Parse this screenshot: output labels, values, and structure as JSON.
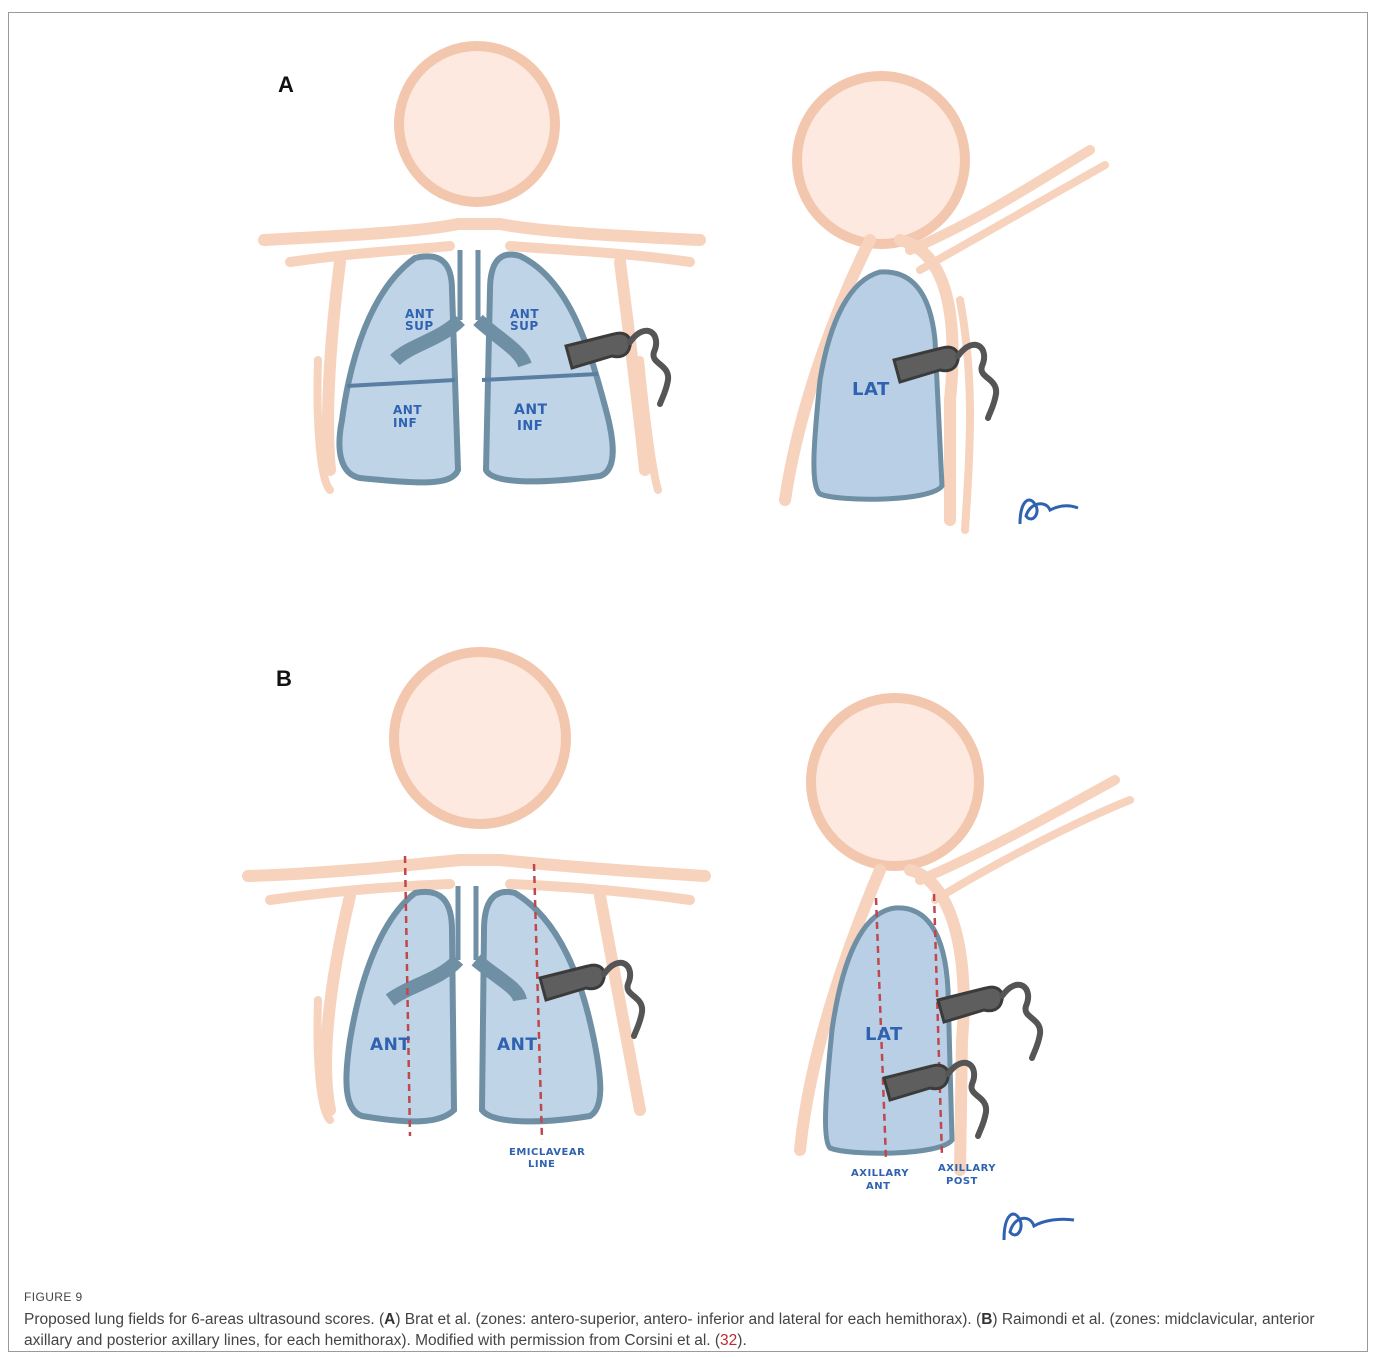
{
  "figure": {
    "panel_a_label": "A",
    "panel_b_label": "B",
    "a_labels": {
      "ant_sup_left": [
        "ANT",
        "SUP"
      ],
      "ant_sup_right": [
        "ANT",
        "SUP"
      ],
      "ant_inf_left": [
        "ANT",
        "INF"
      ],
      "ant_inf_right": [
        "ANT",
        "INF"
      ],
      "lat": "LAT"
    },
    "b_labels": {
      "ant_left": "ANT",
      "ant_right": "ANT",
      "lat": "LAT",
      "midclavicular": [
        "EMICLAVEAR",
        "LINE"
      ],
      "axillary_ant": [
        "AXILLARY",
        "ANT"
      ],
      "axillary_post": [
        "AXILLARY",
        "POST"
      ]
    },
    "colors": {
      "body": "#f7d2bd",
      "lung_fill": "#b9cfe6",
      "lung_stroke": "#6f8fa5",
      "probe": "#5f5f5f",
      "dashed_line": "#c0474b",
      "label_ink": "#2f62b0"
    }
  },
  "caption": {
    "label": "FIGURE 9",
    "t1": "Proposed lung fields for 6-areas ultrasound scores. (",
    "a": "A",
    "t2": ") Brat et al. (zones: antero-superior, antero- inferior and lateral for each hemithorax). (",
    "b": "B",
    "t3": ") Raimondi et al. (zones: midclavicular, anterior axillary and posterior axillary lines, for each hemithorax). Modified with permission from Corsini et al. (",
    "ref": "32",
    "t4": ")."
  }
}
